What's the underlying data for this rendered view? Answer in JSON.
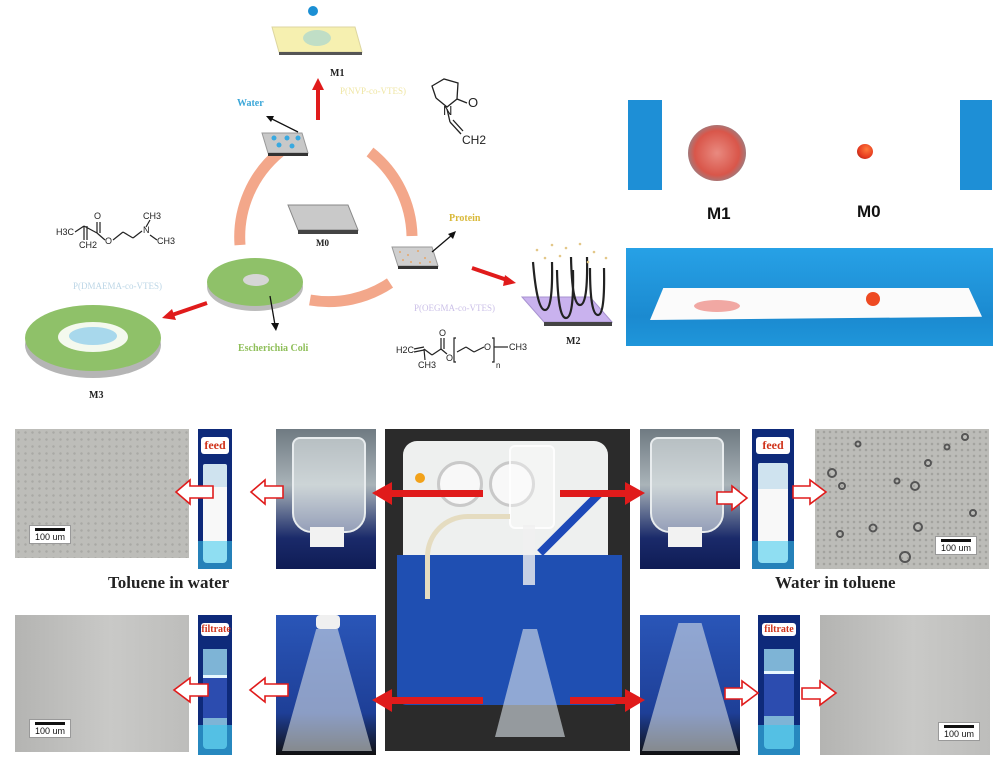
{
  "scheme": {
    "center_membrane": "M0",
    "m1": {
      "label": "M1",
      "polymer": "P(NVP-co-VTES)",
      "repellent": "Water",
      "monomer_atoms": {
        "o": "O",
        "n": "N",
        "ch2": "CH2"
      }
    },
    "m2": {
      "label": "M2",
      "polymer": "P(OEGMA-co-VTES)",
      "repellent": "Protein",
      "monomer_atoms": {
        "h2c": "H2C",
        "o1": "O",
        "o2": "O",
        "o3": "O",
        "ch3a": "CH3",
        "ch3b": "CH3",
        "n": "n"
      }
    },
    "m3": {
      "label": "M3",
      "polymer": "P(DMAEMA-co-VTES)",
      "repellent": "Escherichia Coli",
      "monomer_atoms": {
        "h3c": "H3C",
        "o1": "O",
        "o2": "O",
        "n": "N",
        "ch3a": "CH3",
        "ch3b": "CH3",
        "ch2": "CH2"
      }
    },
    "colors": {
      "ring": "#f3a78a",
      "arrow": "#e01b1b",
      "m1_surface": "#f6f0b0",
      "m2_surface": "#c9b2ee",
      "m3_disc": "#8fc169",
      "water_label": "#3aa6d8",
      "protein_label": "#d9b93a",
      "ecoli_label": "#8fbf5a"
    }
  },
  "wetting_photo": {
    "top_labels": [
      "M1",
      "M0"
    ],
    "colors": {
      "background": "#1e8fd6",
      "droplet": "#e5391f"
    }
  },
  "separation": {
    "left_title": "Toluene in water",
    "right_title": "Water in toluene",
    "feed_label": "feed",
    "filtrate_label": "filtrate",
    "scale_bar": "100 um",
    "colors": {
      "arrow": "#e01b1b",
      "vial_bg": "#0e2a7a"
    }
  }
}
